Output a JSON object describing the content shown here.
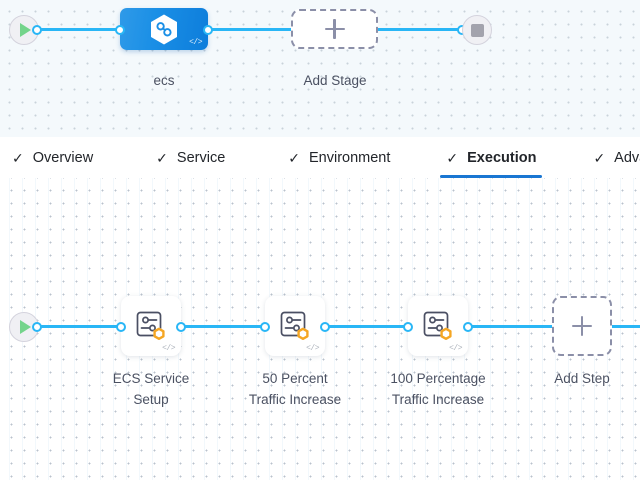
{
  "app": {
    "accent_blue": "#1976d2",
    "wire_color": "#29b6f6",
    "stage_color": "#1a8fe6",
    "badge_orange": "#f5a623",
    "start_green": "#74d48b",
    "canvas_top_bg": "#f4f9fc",
    "canvas_bottom_bg": "#ffffff"
  },
  "stage_graph": {
    "start_node": {
      "name": "start",
      "icon": "play-icon"
    },
    "end_node": {
      "name": "end",
      "icon": "stop-icon"
    },
    "stages": [
      {
        "label": "ecs",
        "icon": "harness-hexagon-icon",
        "code_badge": "</>"
      }
    ],
    "add_stage": {
      "label": "Add Stage",
      "icon": "plus-icon"
    }
  },
  "tabs": [
    {
      "label": "Overview",
      "check": "✓",
      "active": false
    },
    {
      "label": "Service",
      "check": "✓",
      "active": false
    },
    {
      "label": "Environment",
      "check": "✓",
      "active": false
    },
    {
      "label": "Execution",
      "check": "✓",
      "active": true
    },
    {
      "label": "Advanced",
      "check": "✓",
      "active": false
    }
  ],
  "execution_graph": {
    "start_node": {
      "name": "start",
      "icon": "play-icon"
    },
    "steps": [
      {
        "label": "ECS Service Setup",
        "line1": "ECS Service",
        "line2": "Setup",
        "icon": "step-config-icon",
        "badge": "aws-hexagon-icon",
        "code_badge": "</>"
      },
      {
        "label": "50 Percent Traffic Increase",
        "line1": "50 Percent",
        "line2": "Traffic Increase",
        "icon": "step-config-icon",
        "badge": "aws-hexagon-icon",
        "code_badge": "</>"
      },
      {
        "label": "100 Percentage Traffic Increase",
        "line1": "100 Percentage",
        "line2": "Traffic Increase",
        "icon": "step-config-icon",
        "badge": "aws-hexagon-icon",
        "code_badge": "</>"
      }
    ],
    "add_step": {
      "label": "Add Step",
      "icon": "plus-icon"
    }
  }
}
